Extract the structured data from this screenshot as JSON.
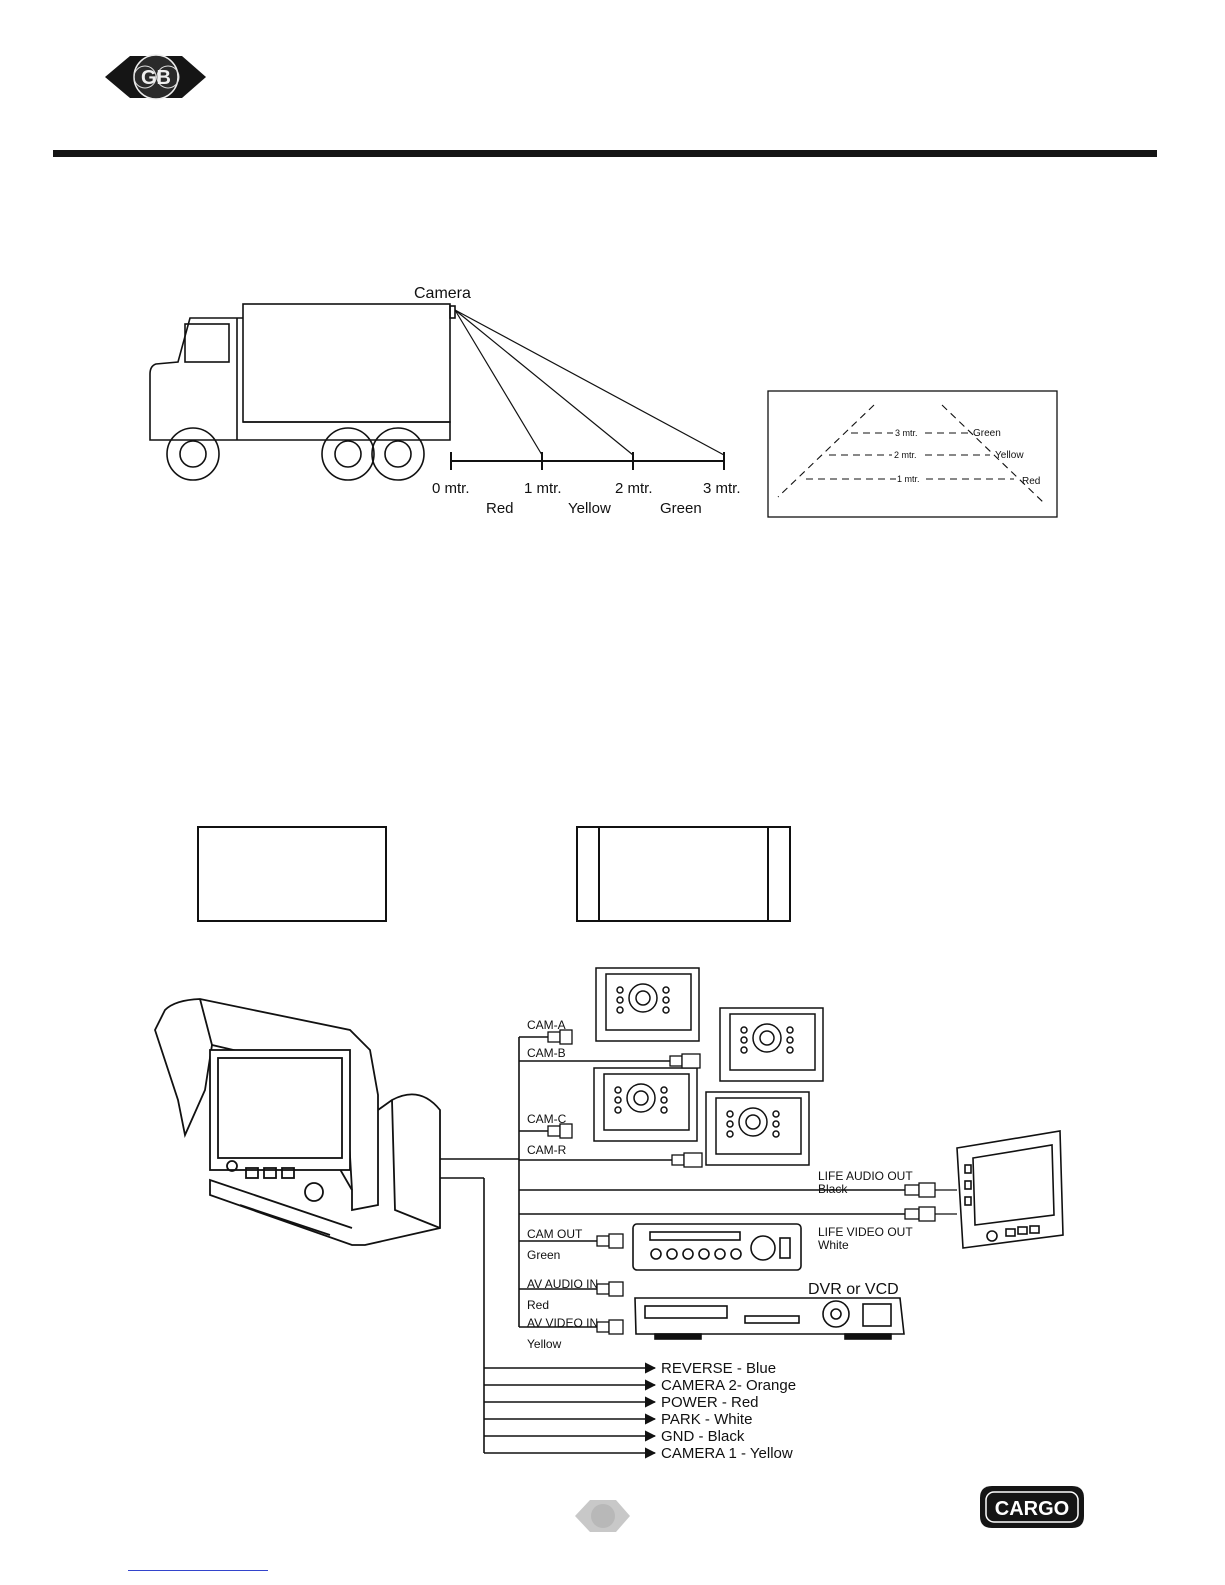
{
  "distance_diagram": {
    "camera_label": "Camera",
    "scale": [
      {
        "mark": "0 mtr.",
        "zone": "Red"
      },
      {
        "mark": "1 mtr.",
        "zone": "Yellow"
      },
      {
        "mark": "2 mtr.",
        "zone": "Green"
      },
      {
        "mark": "3 mtr.",
        "zone": ""
      }
    ]
  },
  "guide_lines": [
    {
      "distance": "3 mtr.",
      "color": "Green"
    },
    {
      "distance": "2 mtr.",
      "color": "Yellow"
    },
    {
      "distance": "1 mtr.",
      "color": "Red"
    }
  ],
  "wiring": {
    "inputs": [
      {
        "name": "CAM-A",
        "color": ""
      },
      {
        "name": "CAM-B",
        "color": ""
      },
      {
        "name": "CAM-C",
        "color": ""
      },
      {
        "name": "CAM-R",
        "color": ""
      }
    ],
    "outputs": [
      {
        "name": "LIFE AUDIO OUT",
        "color": "Black"
      },
      {
        "name": "LIFE VIDEO OUT",
        "color": "White"
      }
    ],
    "av": [
      {
        "name": "CAM OUT",
        "color": "Green"
      },
      {
        "name": "AV AUDIO IN",
        "color": "Red"
      },
      {
        "name": "AV VIDEO IN",
        "color": "Yellow"
      }
    ],
    "dvr_label": "DVR or VCD",
    "power_leads": [
      "REVERSE - Blue",
      "CAMERA 2- Orange",
      "POWER - Red",
      "PARK - White",
      "GND - Black",
      "CAMERA 1 - Yellow"
    ]
  },
  "logos": {
    "header": "GB",
    "footer": "CARGO"
  },
  "colors": {
    "ink": "#111111",
    "rule": "#151515",
    "link": "#3344cc"
  }
}
